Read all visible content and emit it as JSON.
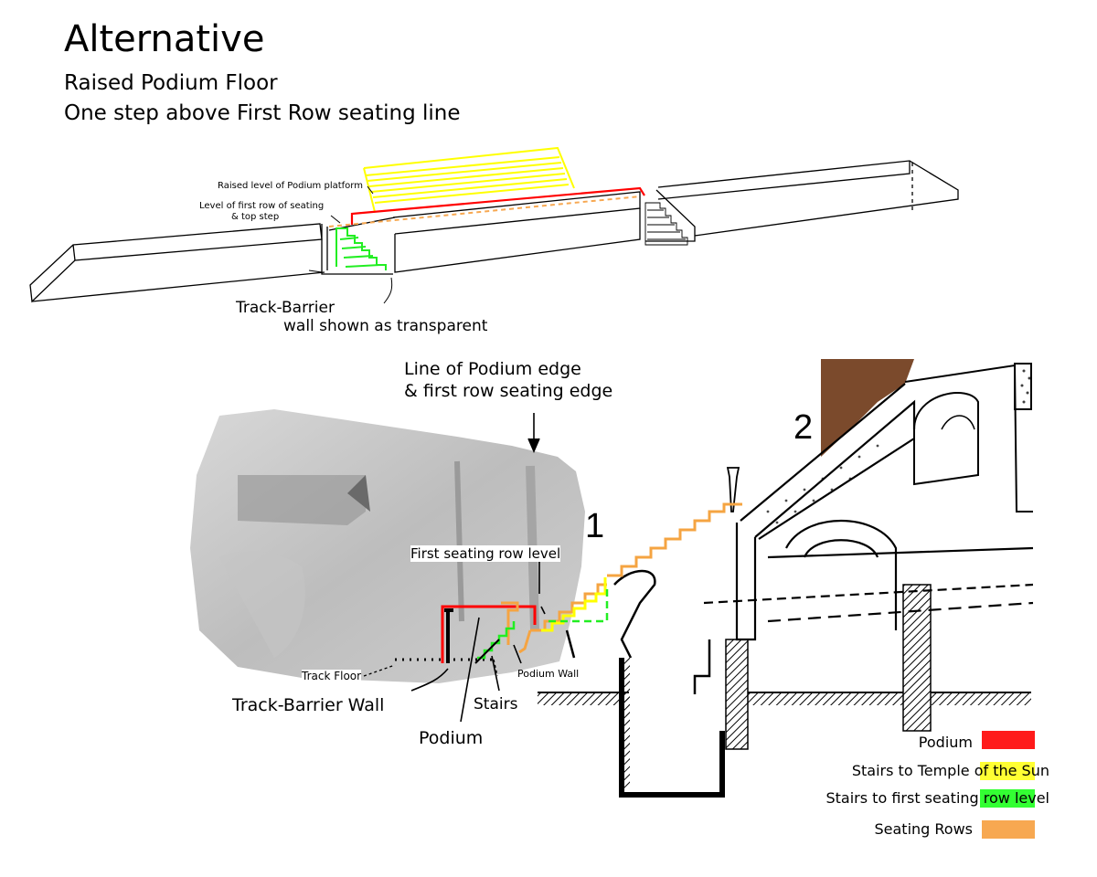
{
  "title": "Alternative",
  "subtitle_1": "Raised Podium Floor",
  "subtitle_2": "One step above First Row seating line",
  "top_diagram": {
    "label_raised_level": "Raised level of Podium platform",
    "label_first_row_1": "Level of first row of seating",
    "label_first_row_2": "& top step",
    "label_barrier_1": "Track-Barrier",
    "label_barrier_2": "wall shown as transparent"
  },
  "bottom_diagram": {
    "label_podium_edge_1": "Line of Podium edge",
    "label_podium_edge_2": "& first row seating edge",
    "label_first_seating_row": "First seating row level",
    "label_track_floor": "Track Floor",
    "label_track_barrier": "Track-Barrier Wall",
    "label_stairs": "Stairs",
    "label_podium_wall": "Podium Wall",
    "label_podium": "Podium",
    "marker_1": "1",
    "marker_2": "2"
  },
  "legend": [
    {
      "label": "Podium",
      "color": "#ff1a1a"
    },
    {
      "label": "Stairs to Temple of the Sun",
      "color": "#ffff33"
    },
    {
      "label": "Stairs to first seating row level",
      "color": "#33ff33"
    },
    {
      "label": "Seating Rows",
      "color": "#f7a851"
    }
  ]
}
